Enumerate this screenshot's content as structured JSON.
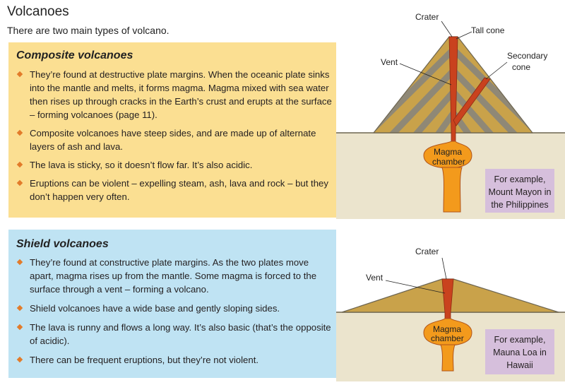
{
  "page": {
    "title": "Volcanoes",
    "intro": "There are two main types of volcano."
  },
  "composite": {
    "heading": "Composite volcanoes",
    "bullets": [
      "They’re found at destructive plate margins. When the oceanic plate sinks into the mantle and melts, it forms magma. Magma mixed with sea water then rises up through cracks in the Earth’s crust and erupts at the surface – forming volcanoes (page 11).",
      "Composite volcanoes have steep sides, and are made up of alternate layers of ash and lava.",
      "The lava is sticky, so it doesn’t flow far. It’s also acidic.",
      "Eruptions can be violent – expelling steam, ash, lava and rock – but they don’t happen very often."
    ],
    "diagram": {
      "crater": "Crater",
      "tall_cone": "Tall cone",
      "vent": "Vent",
      "secondary_1": "Secondary",
      "secondary_2": "cone",
      "magma_1": "Magma",
      "magma_2": "chamber"
    },
    "example": {
      "line1": "For example,",
      "line2": "Mount Mayon in",
      "line3": "the Philippines"
    }
  },
  "shield": {
    "heading": "Shield volcanoes",
    "bullets": [
      "They’re found at constructive plate margins. As the two plates move apart, magma rises up from the mantle. Some magma is forced to the surface through a vent – forming a volcano.",
      "Shield volcanoes have a wide base and gently sloping sides.",
      "The lava is runny and flows a long way. It’s also basic (that’s the opposite of acidic).",
      "There can be frequent eruptions, but they’re not violent."
    ],
    "diagram": {
      "crater": "Crater",
      "vent": "Vent",
      "magma_1": "Magma",
      "magma_2": "chamber"
    },
    "example": {
      "line1": "For example,",
      "line2": "Mauna Loa in",
      "line3": "Hawaii"
    }
  },
  "colors": {
    "composite_panel": "#fbdf92",
    "shield_panel": "#bfe3f3",
    "example_box": "#d6bfdc",
    "bullet": "#e27b2a",
    "ground": "#ebe4cd",
    "cone_tan": "#c9a24a",
    "cone_gray": "#8f8876",
    "magma_orange": "#f39a1c",
    "magma_red": "#c9421e"
  }
}
